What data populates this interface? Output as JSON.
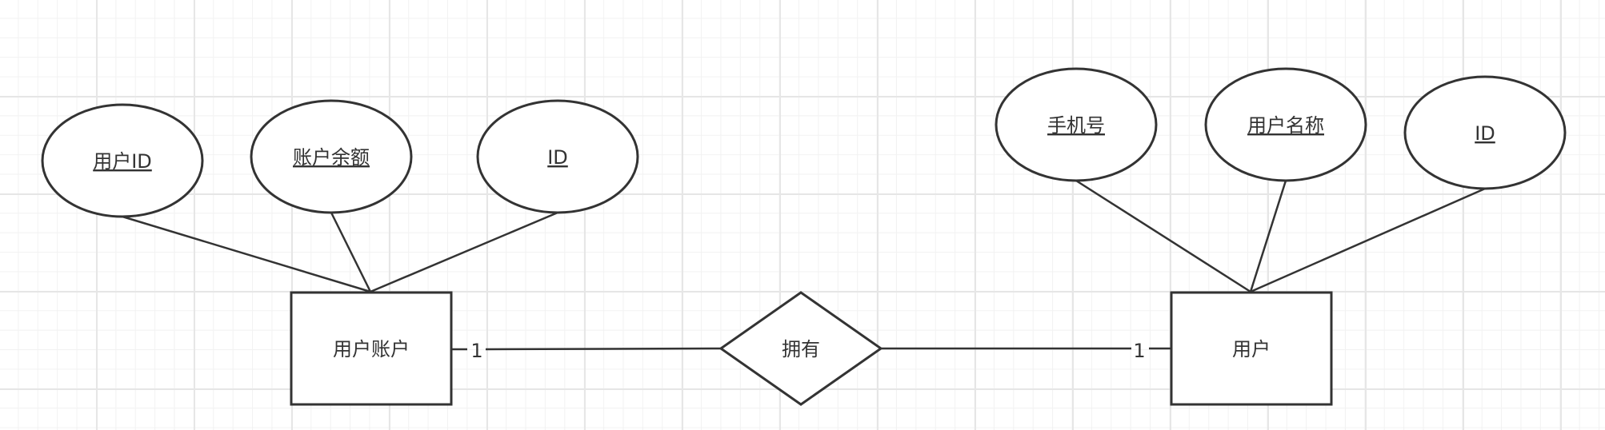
{
  "entities": [
    {
      "id": "account",
      "label": "用户账户"
    },
    {
      "id": "user",
      "label": "用户"
    }
  ],
  "relationship": {
    "label": "拥有"
  },
  "attributes": {
    "account": [
      {
        "label": "用户ID",
        "key": true
      },
      {
        "label": "账户余额",
        "key": true
      },
      {
        "label": "ID",
        "key": true
      }
    ],
    "user": [
      {
        "label": "手机号",
        "key": true
      },
      {
        "label": "用户名称",
        "key": true
      },
      {
        "label": "ID",
        "key": true
      }
    ]
  },
  "cardinality": {
    "account_side": "1",
    "user_side": "1"
  },
  "colors": {
    "stroke": "#333333",
    "fill": "#ffffff",
    "grid_major": "#e6e6e6",
    "grid_minor": "#f2f2f2"
  }
}
